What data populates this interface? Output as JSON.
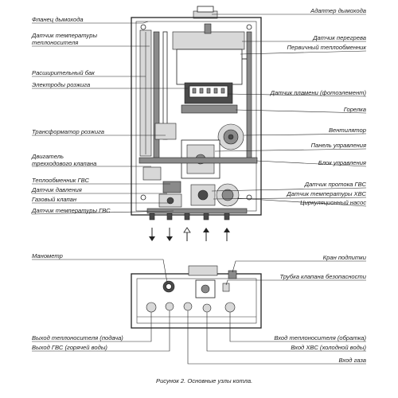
{
  "labels": {
    "flange": "Фланец дымохода",
    "flue_adapter": "Адаптер дымохода",
    "coolant_temp_sensor": "Датчик температуры\nтеплоносителя",
    "overheat_sensor": "Датчик перегрева",
    "primary_hx": "Первичный теплообменник",
    "expansion_tank": "Расширительный бак",
    "ignition_electrodes": "Электроды розжига",
    "flame_sensor": "Датчик пламени (фотоэлемент)",
    "burner": "Горелка",
    "ignition_transformer": "Трансформатор розжига",
    "fan": "Вентилятор",
    "control_panel": "Панель управления",
    "three_way_motor": "Двигатель\nтрехходового клапана",
    "control_unit": "Блок управления",
    "dhw_hx": "Теплообменник ГВС",
    "dhw_flow_sensor": "Датчик протока ГВС",
    "pressure_sensor": "Датчик давления",
    "cold_water_temp_sensor": "Датчик температуры ХВС",
    "gas_valve": "Газовый клапан",
    "circulation_pump": "Циркуляционный насос",
    "dhw_temp_sensor": "Датчик температуры ГВС",
    "manometer": "Манометр",
    "fill_valve": "Кран подпитки",
    "safety_valve_tube": "Трубка клапана безопасности",
    "coolant_out": "Выход теплоносителя (подача)",
    "coolant_in": "Вход теплоносителя (обратка)",
    "dhw_out": "Выход ГВС (горячей воды)",
    "cold_water_in": "Вход ХВС (холодной воды)",
    "gas_in": "Вход газа"
  },
  "caption": "Рисунок 2.  Основные узлы котла."
}
